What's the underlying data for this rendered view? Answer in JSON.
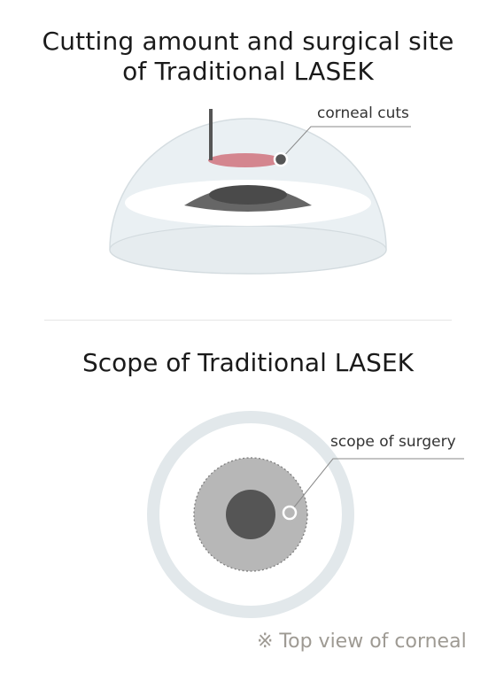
{
  "header": {
    "title_line1": "Cutting amount and surgical site",
    "title_line2": "of Traditional LASEK"
  },
  "side_view": {
    "callout_label": "corneal cuts"
  },
  "section2": {
    "title": "Scope of Traditional LASEK"
  },
  "top_view": {
    "callout_label": "scope of surgery"
  },
  "footer": {
    "note": "※ Top view of corneal"
  },
  "colors": {
    "dome_fill": "#eaf0f3",
    "dome_stroke": "#d5dde1",
    "cut_area": "#d4868f",
    "lens_outer": "#666666",
    "lens_inner": "#4a4a4a",
    "outer_ring": "#e2e8eb",
    "surgery_area": "#b7b7b7",
    "pupil": "#555555",
    "leader_line": "#8a8a8a",
    "note_text": "#9e9a93"
  }
}
